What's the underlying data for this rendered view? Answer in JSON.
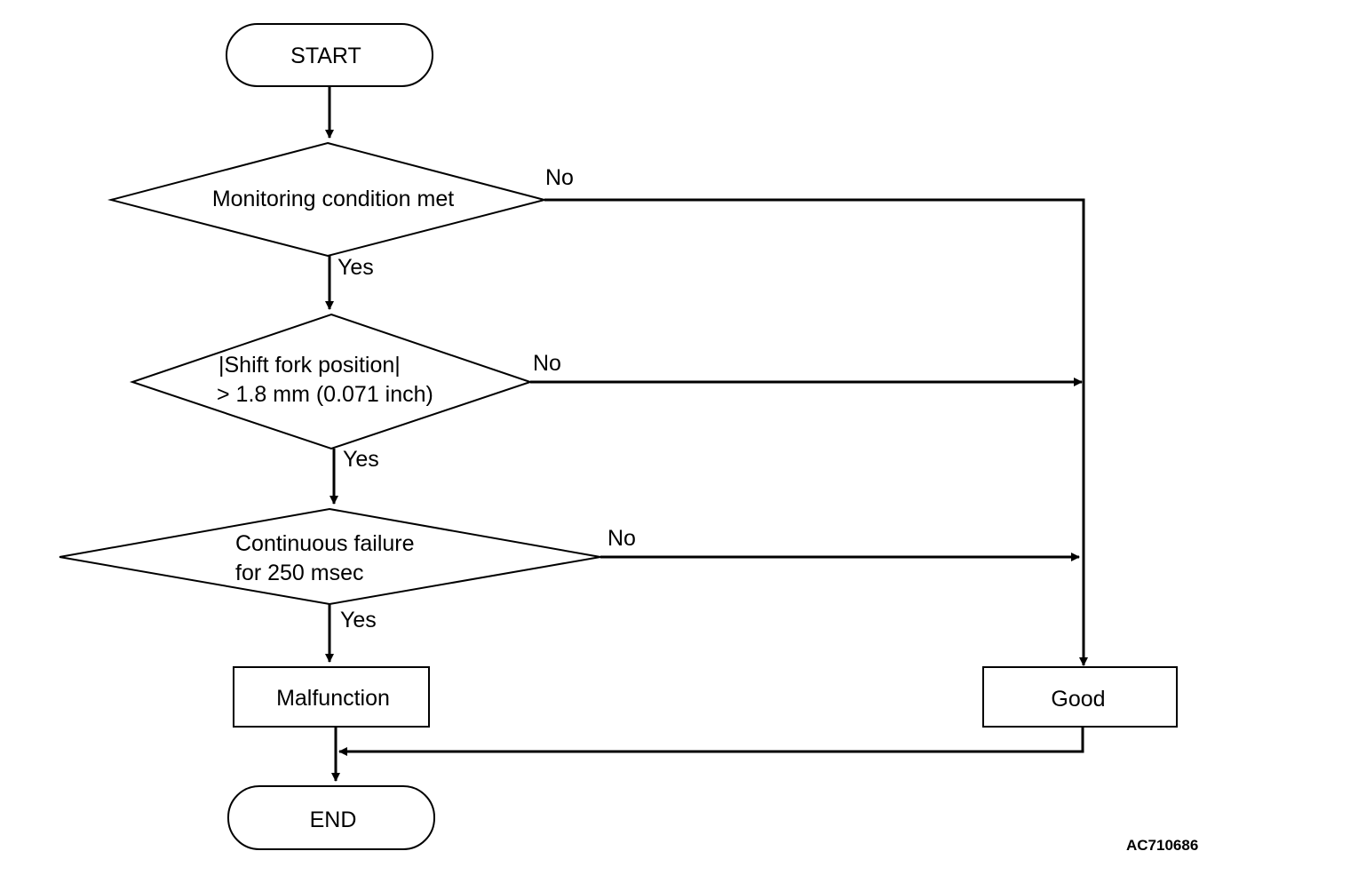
{
  "nodes": {
    "start": "START",
    "decision1": "Monitoring condition met",
    "decision2_line1": "|Shift fork position|",
    "decision2_line2": "> 1.8 mm (0.071 inch)",
    "decision3_line1": "Continuous failure",
    "decision3_line2": "for 250 msec",
    "malfunction": "Malfunction",
    "good": "Good",
    "end": "END"
  },
  "edge_labels": {
    "d1_no": "No",
    "d1_yes": "Yes",
    "d2_no": "No",
    "d2_yes": "Yes",
    "d3_no": "No",
    "d3_yes": "Yes"
  },
  "figure_code": "AC710686"
}
